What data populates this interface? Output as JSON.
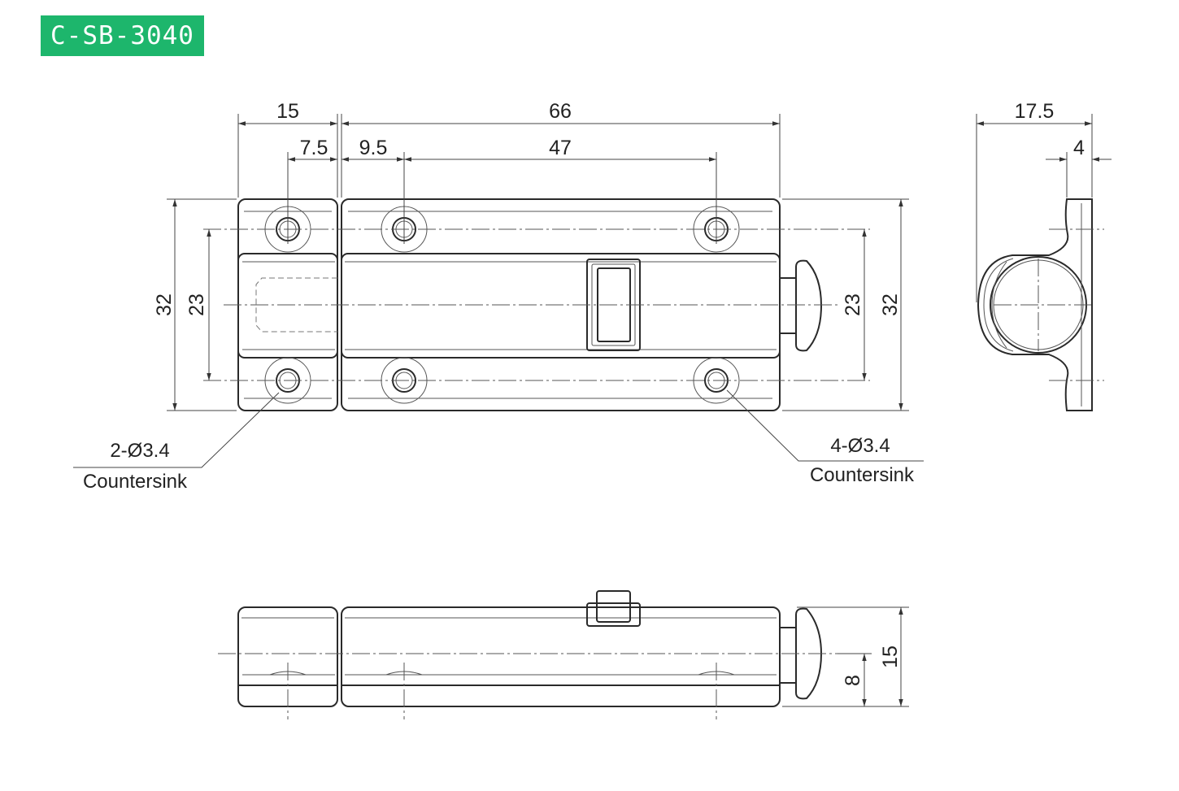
{
  "part_number": "C-SB-3040",
  "dimensions": {
    "total_width_base": "15",
    "hole_offset_base": "7.5",
    "bolt_length": "66",
    "hole_offset_body": "9.5",
    "hole_spacing": "47",
    "height_left_outer": "32",
    "height_left_inner": "23",
    "height_right_inner": "23",
    "height_right_outer": "32",
    "side_depth": "17.5",
    "side_flange": "4",
    "bottom_height": "15",
    "bottom_offset": "8"
  },
  "notes": {
    "left_holes": "2-Ø3.4",
    "left_holes_type": "Countersink",
    "right_holes": "4-Ø3.4",
    "right_holes_type": "Countersink"
  },
  "colors": {
    "badge": "#1db66c",
    "line": "#2a2a2a"
  }
}
